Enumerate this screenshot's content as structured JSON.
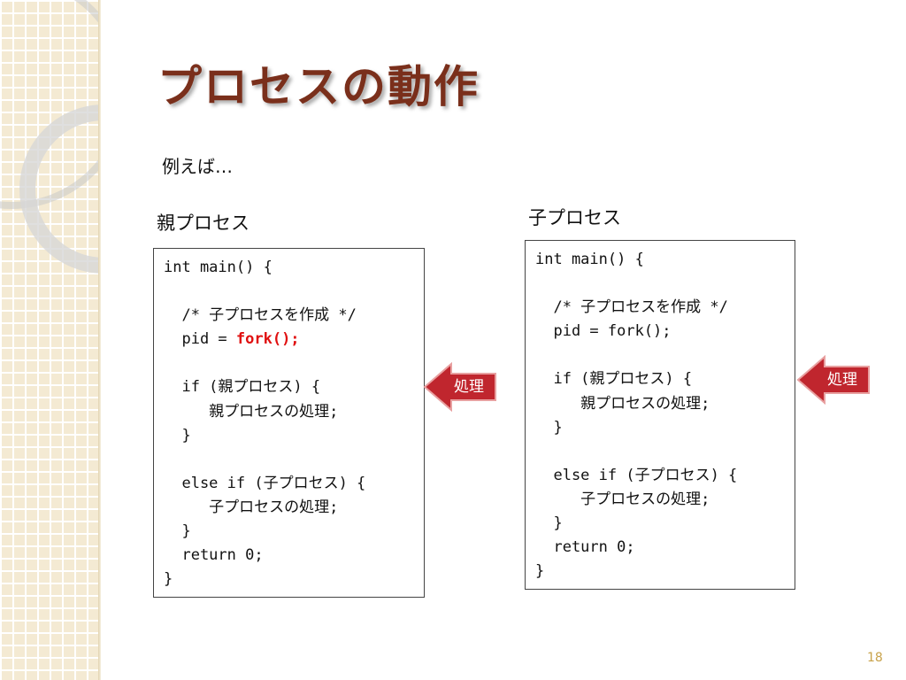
{
  "slide": {
    "title": "プロセスの動作",
    "intro": "例えば…",
    "page_number": "18"
  },
  "parent": {
    "label": "親プロセス",
    "code": [
      {
        "text": "int main() {"
      },
      {
        "text": ""
      },
      {
        "text": "  /* 子プロセスを作成 */"
      },
      {
        "text": "  pid = ",
        "highlight": "fork();"
      },
      {
        "text": ""
      },
      {
        "text": "  if (親プロセス) {"
      },
      {
        "text": "     親プロセスの処理;"
      },
      {
        "text": "  }"
      },
      {
        "text": ""
      },
      {
        "text": "  else if (子プロセス) {"
      },
      {
        "text": "     子プロセスの処理;"
      },
      {
        "text": "  }"
      },
      {
        "text": "  return 0;"
      },
      {
        "text": "}"
      }
    ],
    "callout": "処理"
  },
  "child": {
    "label": "子プロセス",
    "code": [
      {
        "text": "int main() {"
      },
      {
        "text": ""
      },
      {
        "text": "  /* 子プロセスを作成 */"
      },
      {
        "text": "  pid = fork();"
      },
      {
        "text": ""
      },
      {
        "text": "  if (親プロセス) {"
      },
      {
        "text": "     親プロセスの処理;"
      },
      {
        "text": "  }"
      },
      {
        "text": ""
      },
      {
        "text": "  else if (子プロセス) {"
      },
      {
        "text": "     子プロセスの処理;"
      },
      {
        "text": "  }"
      },
      {
        "text": "  return 0;"
      },
      {
        "text": "}"
      }
    ],
    "callout": "処理"
  },
  "colors": {
    "title": "#7a2f1b",
    "highlight": "#e01010",
    "callout_fill": "#c0262e",
    "callout_stroke": "#e8a0a0",
    "sidebar": "#f4ead3",
    "page_number": "#c8a24a"
  }
}
